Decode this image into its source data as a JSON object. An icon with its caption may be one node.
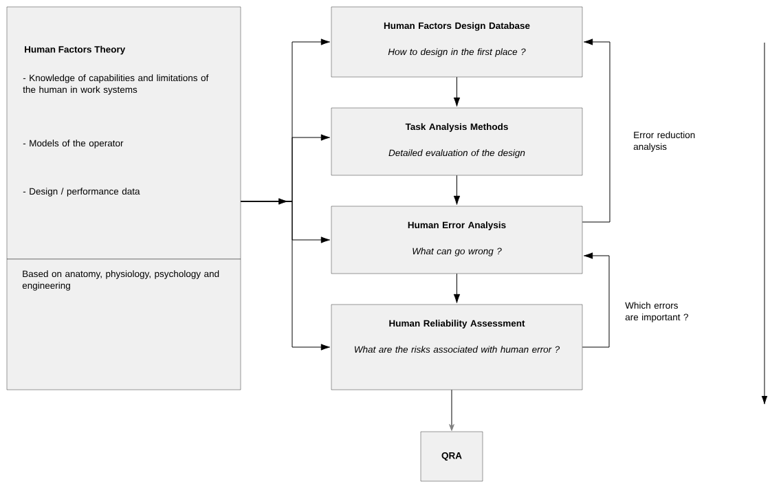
{
  "diagram": {
    "nodes": [
      {
        "text": [
          "Human Factors Theory",
          "- Knowledge of capabilities and limitations of the human in work systems",
          "- Models of the operator",
          "- Design / performance data"
        ]
      },
      {
        "text": [
          "Based on anatomy, physiology, psychology and engineering"
        ]
      },
      {
        "text": [
          "Human Factors Design Database",
          "How to design in the first place ?"
        ]
      },
      {
        "text": [
          "Task Analysis Methods",
          "Detailed evaluation of the design"
        ]
      },
      {
        "text": [
          "Human Error Analysis",
          "What can go wrong ?"
        ]
      },
      {
        "text": [
          "Human Reliability Assessment",
          "What are the risks associated with human error ?"
        ]
      },
      {
        "text": [
          "QRA"
        ]
      }
    ],
    "edges": [
      {
        "from": 0,
        "to": 2,
        "arrow": "to"
      },
      {
        "from": 0,
        "to": 3,
        "arrow": "to"
      },
      {
        "from": 0,
        "to": 4,
        "arrow": "to"
      },
      {
        "from": 0,
        "to": 5,
        "arrow": "to"
      },
      {
        "from": 2,
        "to": 3,
        "arrow": "to"
      },
      {
        "from": 3,
        "to": 4,
        "arrow": "to"
      },
      {
        "from": 4,
        "to": 5,
        "arrow": "to"
      },
      {
        "from": 4,
        "to": 2,
        "arrow": "to",
        "label": "Error reduction analysis"
      },
      {
        "from": 5,
        "to": 4,
        "arrow": "to",
        "label": "Which errors are important ?"
      },
      {
        "from": 5,
        "to": 6,
        "arrow": "to"
      }
    ]
  }
}
